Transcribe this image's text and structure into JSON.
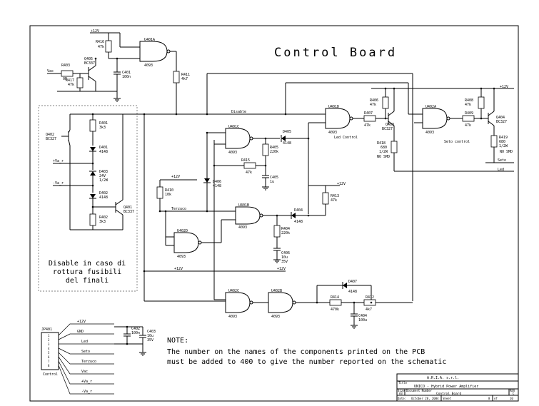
{
  "title": "Control Board",
  "disable_note": [
    "Disable in caso di",
    "rottura fusibili",
    "del finali"
  ],
  "note": {
    "heading": "NOTE:",
    "line1": "The number on the names of the components printed on the PCB",
    "line2": "must be added to 400 to give the number reported on the schematic"
  },
  "gates": [
    {
      "ref": "U401A",
      "part": "4093"
    },
    {
      "ref": "U401C",
      "part": "4093"
    },
    {
      "ref": "U401D",
      "part": "4093"
    },
    {
      "ref": "U402A",
      "part": "4093"
    },
    {
      "ref": "U401B",
      "part": "4093"
    },
    {
      "ref": "U402D",
      "part": "4093"
    },
    {
      "ref": "U402C",
      "part": "4093"
    },
    {
      "ref": "U402B",
      "part": "4093"
    }
  ],
  "resistors": [
    {
      "ref": "R416",
      "value": "47k"
    },
    {
      "ref": "R403",
      "value": "0R"
    },
    {
      "ref": "R417",
      "value": "47k"
    },
    {
      "ref": "R411",
      "value": "4k7"
    },
    {
      "ref": "R401",
      "value": "3k3"
    },
    {
      "ref": "R402",
      "value": "3k3"
    },
    {
      "ref": "R406",
      "value": "47k"
    },
    {
      "ref": "R407",
      "value": "47k"
    },
    {
      "ref": "R408",
      "value": "47k"
    },
    {
      "ref": "R409",
      "value": "47k"
    },
    {
      "ref": "R405",
      "value": "220k"
    },
    {
      "ref": "R415",
      "value": "47k"
    },
    {
      "ref": "R418",
      "value": "680 1/2W"
    },
    {
      "ref": "R419",
      "value": "680 1/2W"
    },
    {
      "ref": "R410",
      "value": "10k"
    },
    {
      "ref": "R413",
      "value": "47k"
    },
    {
      "ref": "R404",
      "value": "220k"
    },
    {
      "ref": "R414",
      "value": "470k"
    },
    {
      "ref": "R412",
      "value": "4k7"
    }
  ],
  "capacitors": [
    {
      "ref": "C401",
      "value": "100n"
    },
    {
      "ref": "C405",
      "value": "1u"
    },
    {
      "ref": "C406",
      "value": "10u 35V"
    },
    {
      "ref": "C404",
      "value": "100u"
    },
    {
      "ref": "C402",
      "value": "100n"
    },
    {
      "ref": "C403",
      "value": "10u 35V"
    }
  ],
  "diodes": [
    {
      "ref": "D401",
      "value": "4148"
    },
    {
      "ref": "D403",
      "value": "24V 1/2W"
    },
    {
      "ref": "D402",
      "value": "4148"
    },
    {
      "ref": "D405",
      "value": "4148"
    },
    {
      "ref": "D406",
      "value": "4148"
    },
    {
      "ref": "D404",
      "value": "4148"
    },
    {
      "ref": "D407",
      "value": "4148"
    }
  ],
  "transistors": [
    {
      "ref": "Q405",
      "value": "BC337"
    },
    {
      "ref": "Q402",
      "value": "BC327"
    },
    {
      "ref": "Q401",
      "value": "BC337"
    },
    {
      "ref": "Q403",
      "value": "BC327"
    },
    {
      "ref": "Q404",
      "value": "BC327"
    }
  ],
  "nets": {
    "v12": "+12V",
    "vac": "Vac",
    "disable": "Disable",
    "led_control": "Led Control",
    "seto_control": "Seto control",
    "led": "Led",
    "seto": "Seto",
    "terzuco": "Terzuco",
    "va_plus": "+Va_r",
    "va_minus": "-Va_r",
    "no_smd": "NO SMD"
  },
  "connector": {
    "ref": "JP401",
    "name": "Control",
    "pins": [
      "+12V",
      "GND",
      "Led",
      "Seto",
      "Terzuco",
      "Vac",
      "+Va_r",
      "-Va_r"
    ]
  },
  "title_block": {
    "company": "A.R.I.A. s.r.l.",
    "title_label": "Title",
    "title": "UNICO - Hybrid Power Amplifier",
    "size_label": "Size",
    "size": "A3",
    "doc_label": "Document Number",
    "doc": "Control Board",
    "rev_label": "REV",
    "rev": "C",
    "date_label": "Date:",
    "date": "October 28, 2004",
    "sheet_label": "Sheet",
    "sheet": "8",
    "of_label": "of",
    "of": "10"
  }
}
